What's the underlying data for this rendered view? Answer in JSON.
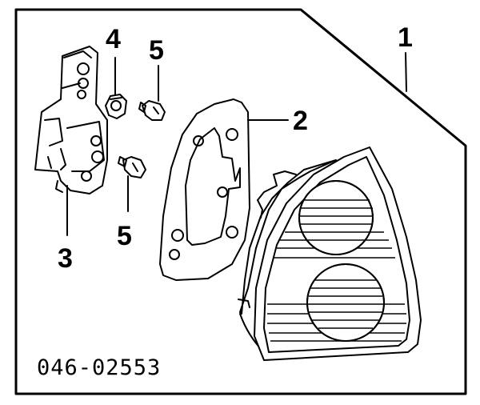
{
  "callouts": {
    "part_1": "1",
    "part_2": "2",
    "part_3": "3",
    "part_4": "4",
    "part_5_upper": "5",
    "part_5_lower": "5"
  },
  "diagram_code": "046-02553"
}
